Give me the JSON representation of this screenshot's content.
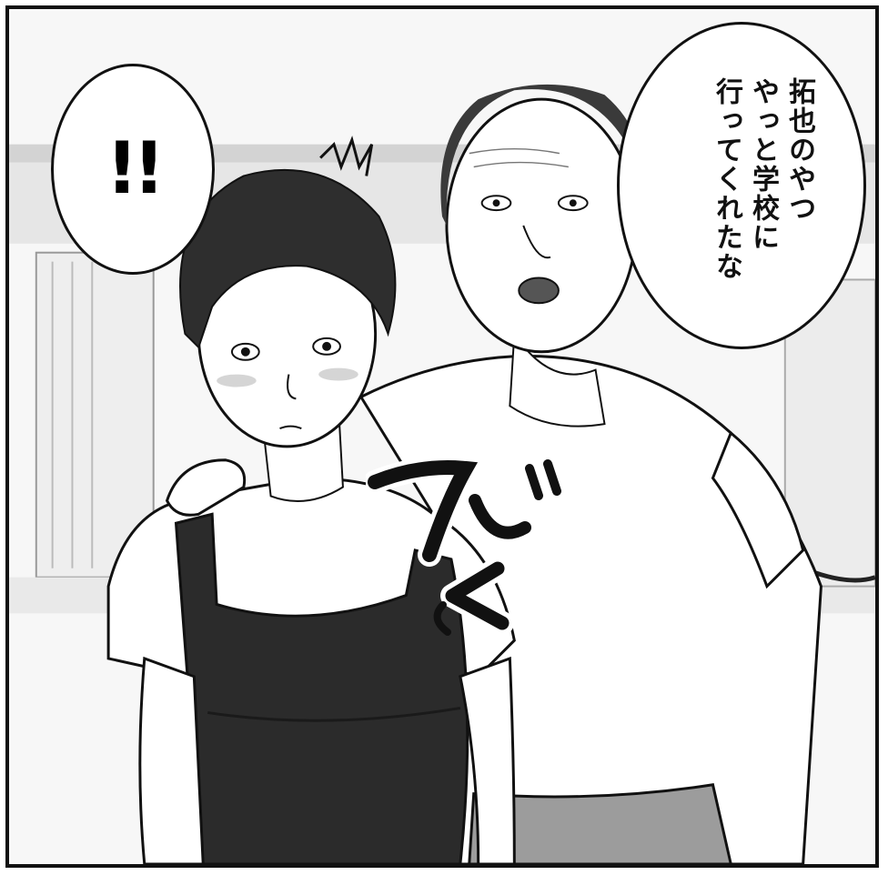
{
  "panel": {
    "exclamation": "!!",
    "speech_lines": [
      "拓也のやつ",
      "やっと学校に",
      "行ってくれたな"
    ]
  }
}
